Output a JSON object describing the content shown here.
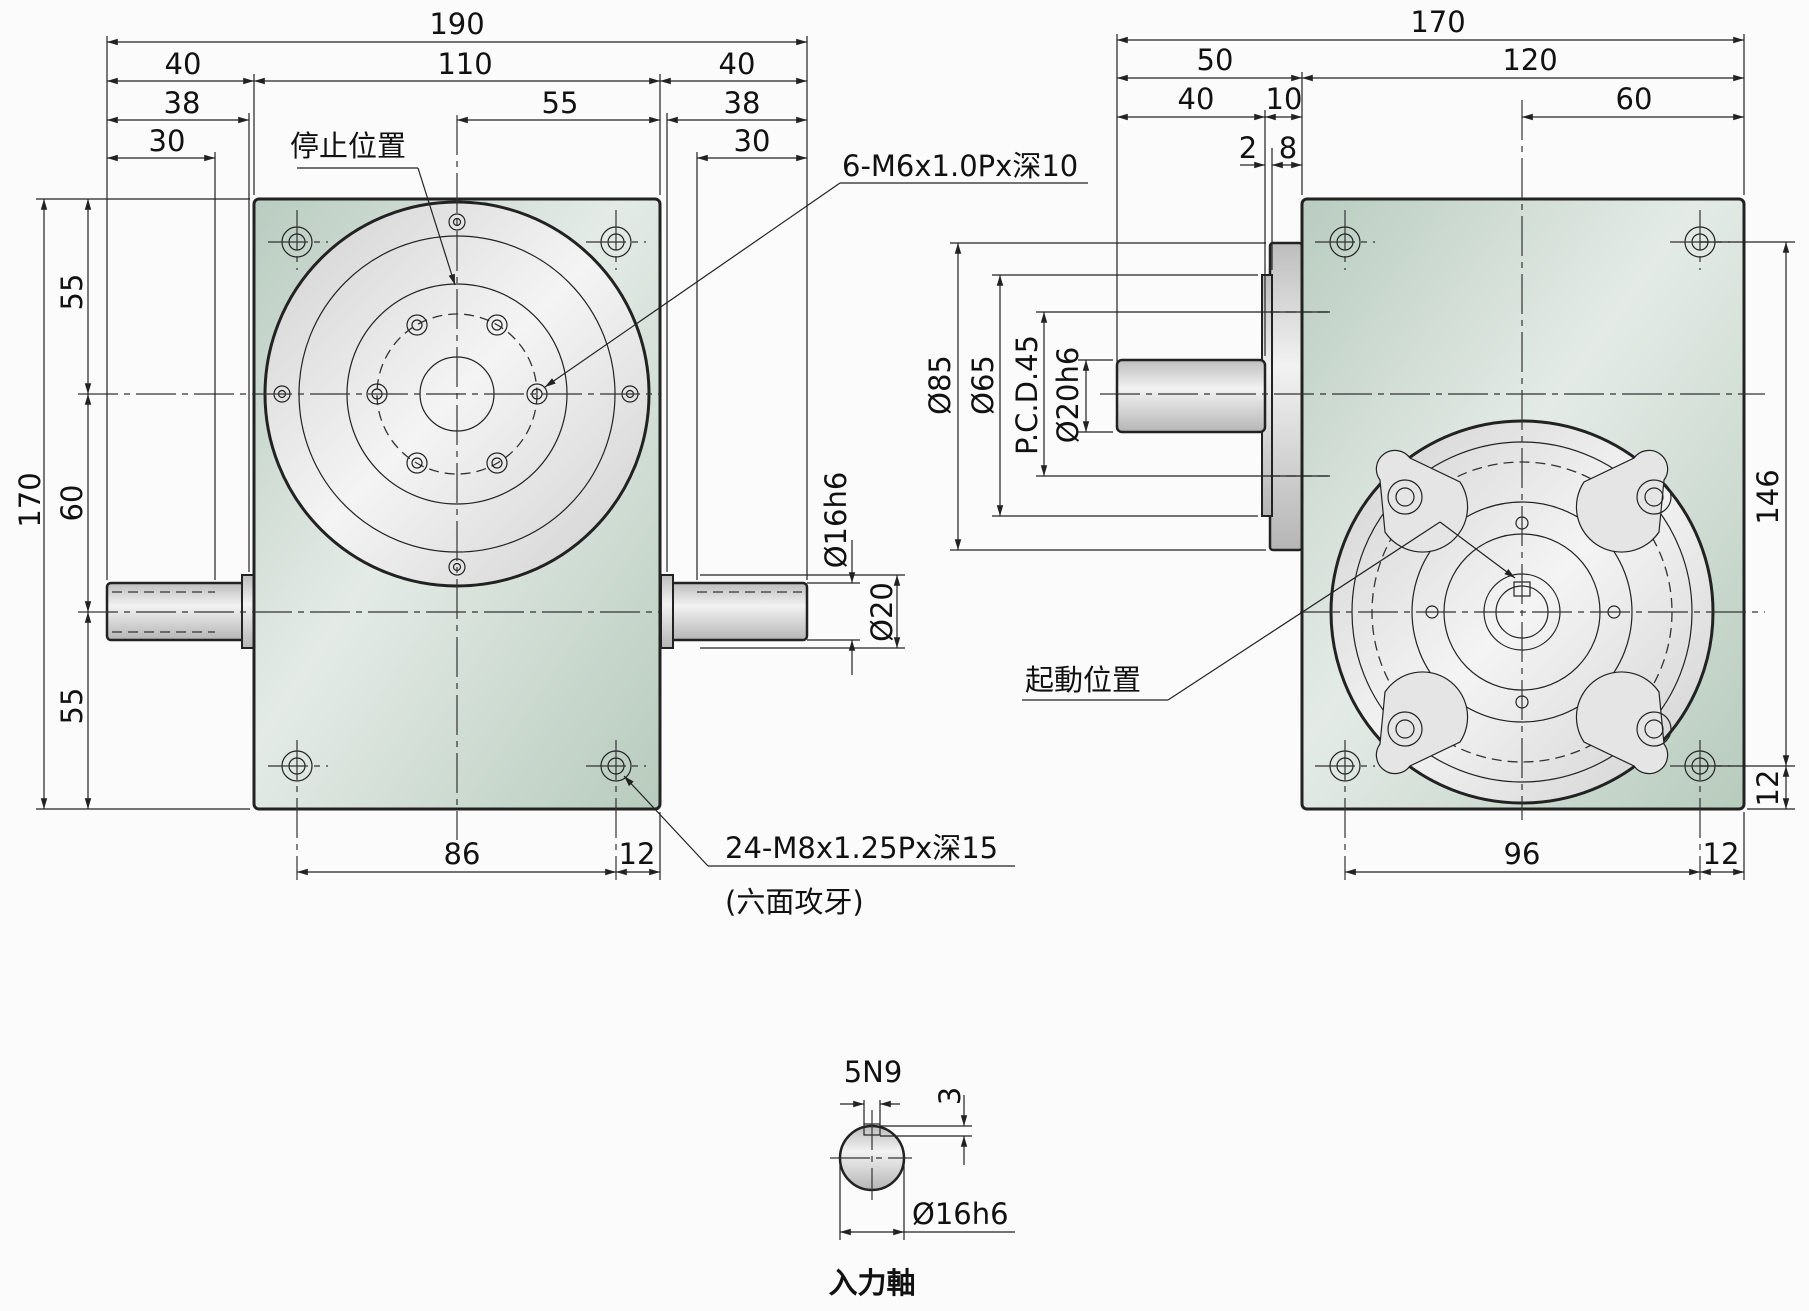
{
  "front_view": {
    "dims_top": [
      "190",
      "40",
      "110",
      "40",
      "38",
      "55",
      "38",
      "30",
      "30"
    ],
    "dims_left": [
      "170",
      "55",
      "60",
      "55"
    ],
    "dims_bottom": [
      "86",
      "12"
    ],
    "shaft_dia": "Ø16h6",
    "hub_dia": "Ø20",
    "stop_label": "停止位置",
    "top_tap": "6-M6x1.0Px深10",
    "body_tap": "24-M8x1.25Px深15",
    "body_tap_note": "(六面攻牙)"
  },
  "side_view": {
    "dims_top": [
      "170",
      "50",
      "120",
      "40",
      "10",
      "60",
      "2",
      "8"
    ],
    "dims_left": [
      "Ø85",
      "Ø65",
      "P.C.D.45",
      "Ø20h6"
    ],
    "dims_right": [
      "146",
      "12"
    ],
    "dims_bottom": [
      "96",
      "12"
    ],
    "start_label": "起動位置"
  },
  "input_shaft": {
    "key": "5N9",
    "depth": "3",
    "dia": "Ø16h6",
    "title": "入力軸"
  },
  "colors": {
    "body_fill": "#c8d8cf",
    "plate_fill": "#e6e6e6",
    "line": "#222222"
  }
}
